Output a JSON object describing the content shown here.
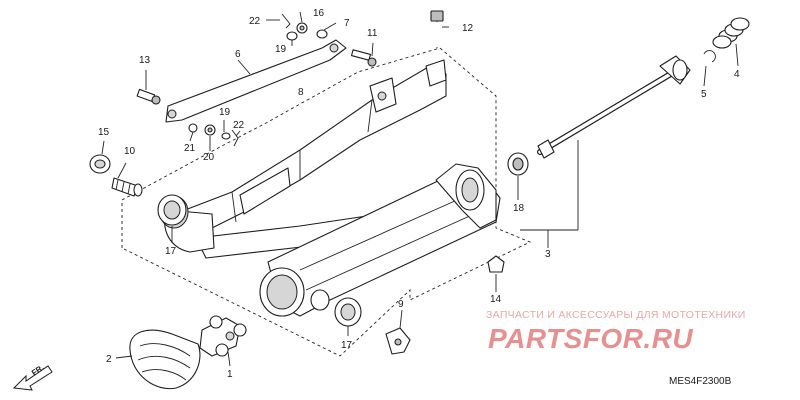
{
  "callouts": {
    "c1": "1",
    "c2": "2",
    "c3": "3",
    "c4": "4",
    "c5": "5",
    "c6": "6",
    "c7": "7",
    "c8": "8",
    "c9": "9",
    "c10": "10",
    "c11": "11",
    "c12": "12",
    "c13": "13",
    "c14": "14",
    "c15": "15",
    "c16": "16",
    "c17a": "17",
    "c17b": "17",
    "c18": "18",
    "c19a": "19",
    "c19b": "19",
    "c20": "20",
    "c21": "21",
    "c22a": "22",
    "c22b": "22"
  },
  "direction_label": "FR.",
  "watermark": {
    "caption": "ЗАПЧАСТИ И АКСЕССУАРЫ ДЛЯ МОТОТЕХНИКИ",
    "logo": "PARTSFOR.RU",
    "color": "#e88f8f"
  },
  "diagram_code": "MES4F2300B"
}
